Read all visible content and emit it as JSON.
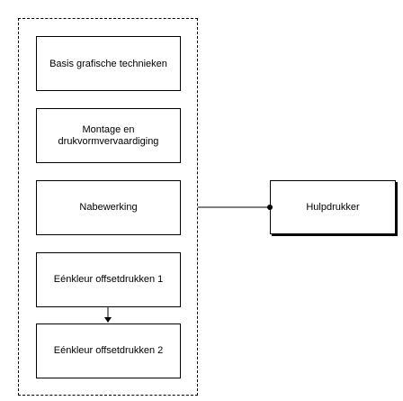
{
  "diagram": {
    "group_label": "",
    "nodes": {
      "basis": "Basis grafische technieken",
      "montage": "Montage en drukvormvervaardiging",
      "nabewerking": "Nabewerking",
      "eenkleur1": "Eénkleur offsetdrukken 1",
      "eenkleur2": "Eénkleur offsetdrukken 2",
      "hulpdrukker": "Hulpdrukker"
    },
    "edges": [
      {
        "from": "eenkleur1",
        "to": "eenkleur2",
        "style": "arrow"
      },
      {
        "from": "group",
        "to": "hulpdrukker",
        "style": "dot-line"
      }
    ]
  }
}
